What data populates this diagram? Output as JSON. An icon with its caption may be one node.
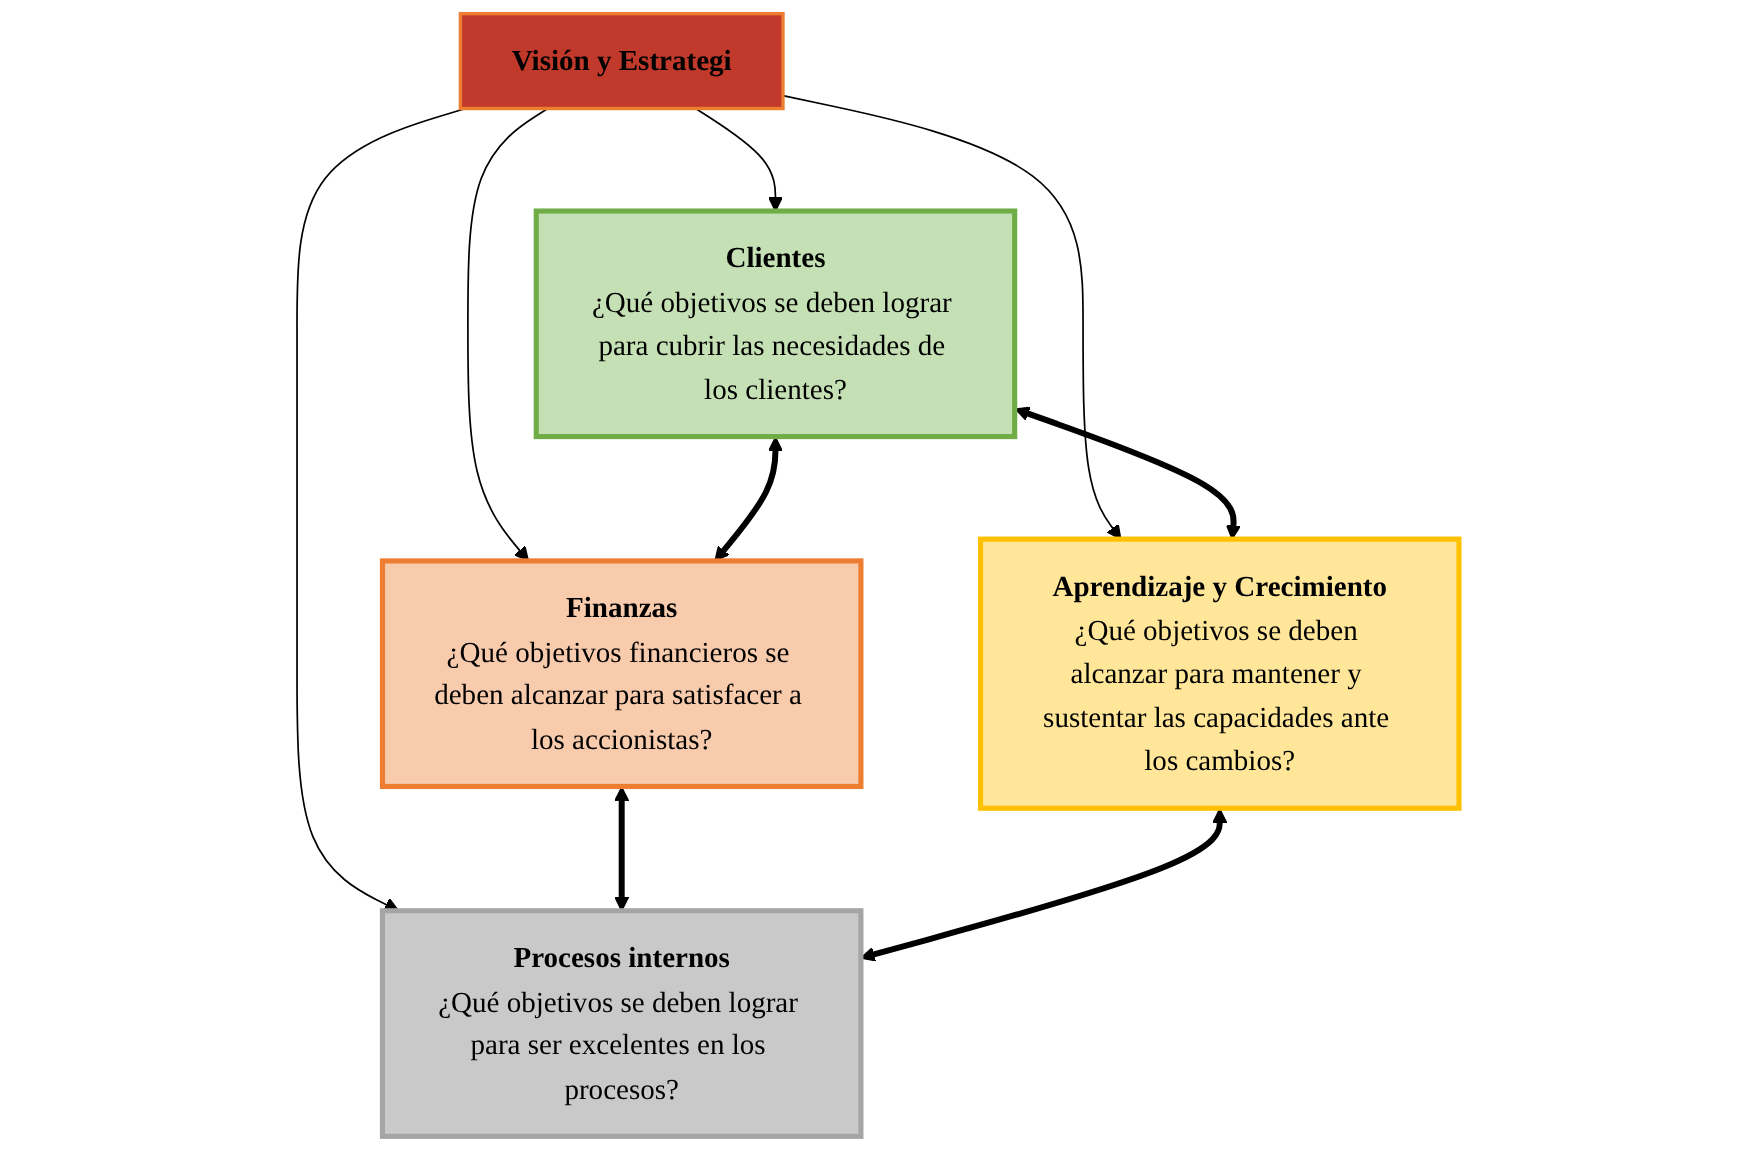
{
  "diagram": {
    "nodes": [
      {
        "text": [
          "Finanzas",
          "¿Qué objetivos financieros se deben alcanzar para satisfacer a los accionistas?"
        ]
      },
      {
        "text": [
          "Clientes",
          "¿Qué objetivos se deben lograr para cubrir las necesidades de los clientes?"
        ]
      },
      {
        "text": [
          "Visión y Estrategi"
        ]
      },
      {
        "text": [
          "Procesos internos",
          "¿Qué objetivos se deben lograr para ser excelentes en los procesos?"
        ]
      },
      {
        "text": [
          "Aprendizaje y Crecimiento",
          "¿Qué objetivos se deben alcanzar para mantener y sustentar las capacidades ante los cambios?"
        ]
      }
    ],
    "edges": [
      {
        "from": 2,
        "to": 0,
        "arrow": "to"
      },
      {
        "from": 2,
        "to": 1,
        "arrow": "to"
      },
      {
        "from": 2,
        "to": 3,
        "arrow": "to"
      },
      {
        "from": 2,
        "to": 4,
        "arrow": "to"
      },
      {
        "from": 1,
        "to": 0,
        "arrow": "both",
        "style": "thick"
      },
      {
        "from": 0,
        "to": 3,
        "arrow": "both",
        "style": "thick"
      },
      {
        "from": 1,
        "to": 4,
        "arrow": "both",
        "style": "thick"
      },
      {
        "from": 4,
        "to": 3,
        "arrow": "both",
        "style": "thick"
      }
    ]
  }
}
